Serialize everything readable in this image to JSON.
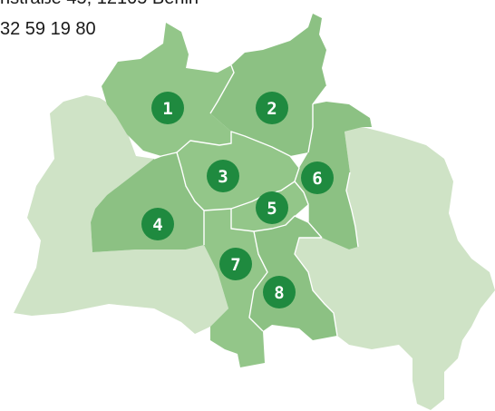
{
  "contact": {
    "address": "nstraße 45, 12105 Berlin",
    "phone": "32 59 19 80"
  },
  "colors": {
    "outer_districts": "#cfe3c6",
    "served_districts": "#93c689",
    "served_districts_alt": "#8cc183",
    "marker": "#1f8a3f",
    "marker_text": "#ffffff",
    "border": "#ffffff"
  },
  "map": {
    "districts": [
      {
        "number": "1",
        "label": "1"
      },
      {
        "number": "2",
        "label": "2"
      },
      {
        "number": "3",
        "label": "3"
      },
      {
        "number": "4",
        "label": "4"
      },
      {
        "number": "5",
        "label": "5"
      },
      {
        "number": "6",
        "label": "6"
      },
      {
        "number": "7",
        "label": "7"
      },
      {
        "number": "8",
        "label": "8"
      }
    ]
  }
}
